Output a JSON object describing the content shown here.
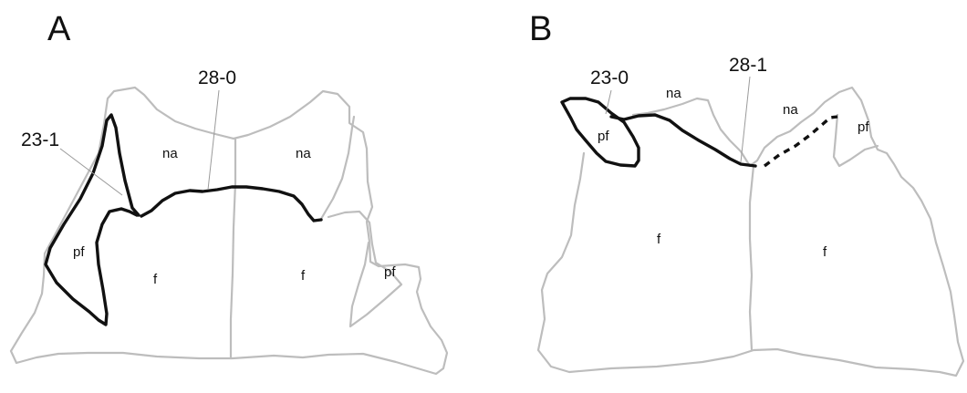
{
  "panel_a": {
    "letter": "A",
    "callouts": {
      "left": "23-1",
      "center": "28-0"
    },
    "bones": {
      "nasal_left": "na",
      "nasal_right": "na",
      "prefrontal_left": "pf",
      "prefrontal_right": "pf",
      "frontal_left": "f",
      "frontal_right": "f"
    }
  },
  "panel_b": {
    "letter": "B",
    "callouts": {
      "left": "23-0",
      "center": "28-1"
    },
    "bones": {
      "nasal_left": "na",
      "nasal_right": "na",
      "prefrontal_left": "pf",
      "prefrontal_right": "pf",
      "frontal_left": "f",
      "frontal_right": "f"
    }
  },
  "colors": {
    "outline": "#bdbdbd",
    "suture": "#111111",
    "leader": "#9a9a9a"
  }
}
